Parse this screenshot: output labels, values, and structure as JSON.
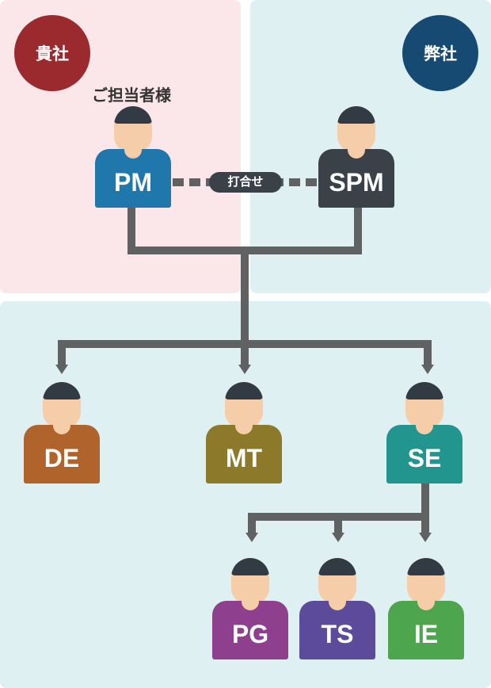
{
  "regions": {
    "client": "貴社",
    "vendor": "弊社"
  },
  "client_contact_label": "ご担当者様",
  "meeting_label": "打合せ",
  "people": {
    "pm": "PM",
    "spm": "SPM",
    "de": "DE",
    "mt": "MT",
    "se": "SE",
    "pg": "PG",
    "ts": "TS",
    "ie": "IE"
  },
  "colors": {
    "client_region_bg": "#fbe6e9",
    "vendor_region_bg": "#dff0f3",
    "client_badge": "#9a2a2e",
    "vendor_badge": "#174a72",
    "connector": "#5f6163",
    "pm": "#1f77ab",
    "spm": "#3a4149",
    "de": "#b0632a",
    "mt": "#8c7a2a",
    "se": "#22958e",
    "pg": "#8e3f8d",
    "ts": "#5c4a9a",
    "ie": "#4da54d"
  }
}
